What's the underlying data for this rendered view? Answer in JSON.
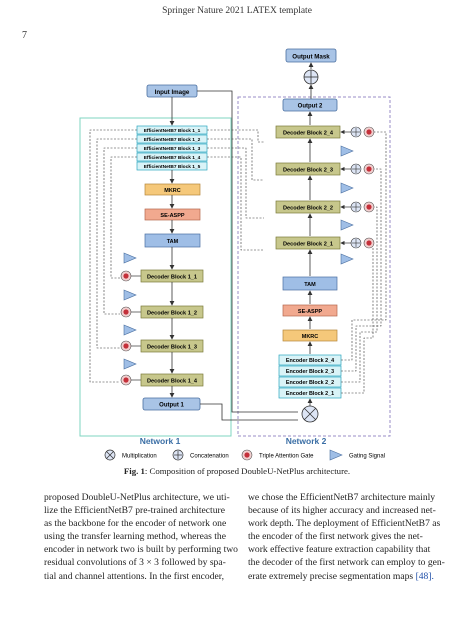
{
  "header": {
    "running_head": "Springer Nature 2021 LATEX template",
    "page_number": "7"
  },
  "figure": {
    "output_mask": "Output Mask",
    "input_image": "Input Image",
    "output2": "Output 2",
    "output1": "Output 1",
    "net1_blocks": [
      "EfficientNetB7 Block 1_1",
      "EfficientNetB7 Block 1_2",
      "EfficientNetB7 Block 1_3",
      "EfficientNetB7 Block 1_4",
      "EfficientNetB7 Block 1_5"
    ],
    "mkrc": "MKRC",
    "se_aspp": "SE-ASPP",
    "tam": "TAM",
    "net1_decoders": [
      "Decoder Block 1_1",
      "Decoder Block 1_2",
      "Decoder Block 1_3",
      "Decoder Block 1_4"
    ],
    "net2_decoders": [
      "Decoder Block 2_4",
      "Decoder Block 2_3",
      "Decoder Block 2_2",
      "Decoder Block 2_1"
    ],
    "net2_tam": "TAM",
    "net2_se_aspp": "SE-ASPP",
    "net2_mkrc": "MKRC",
    "net2_encoders": [
      "Encoder Block 2_4",
      "Encoder Block 2_3",
      "Encoder Block 2_2",
      "Encoder Block 2_1"
    ],
    "network1_label": "Network 1",
    "network2_label": "Network 2",
    "legend": {
      "multiplication": "Multiplication",
      "concatenation": "Concatenation",
      "triple_attention_gate": "Triple Attention Gate",
      "gating_signal": "Gating Signal"
    },
    "colors": {
      "encoder_fill": "#d9f3f7",
      "encoder_stroke": "#2aa6bf",
      "decoder_fill": "#c7c78c",
      "decoder_stroke": "#7c7c3a",
      "output_fill": "#a9c4e6",
      "mkrc_fill": "#f5c87a",
      "aspp_fill": "#f1a98f",
      "tam_fill": "#9fbee6",
      "net1_border": "#7fd6c0",
      "net2_border": "#9a8ec7",
      "net_label": "#3a6ea5",
      "gate_red": "#c4303a"
    }
  },
  "caption": {
    "label": "Fig. 1",
    "text": ": Composition of proposed DoubleU-NetPlus architecture."
  },
  "body": {
    "left_lines": [
      "proposed DoubleU-NetPlus architecture, we uti-",
      "lize the EfficientNetB7 pre-trained architecture",
      "as the backbone for the encoder of network one",
      "using the transfer learning method, whereas the",
      "encoder in network two is built by performing two",
      "residual convolutions of 3 × 3 followed by spa-",
      "tial and channel attentions. In the first encoder,"
    ],
    "right_lines": [
      "we chose the EfficientNetB7 architecture mainly",
      "because of its higher accuracy and increased net-",
      "work depth. The deployment of EfficientNetB7 as",
      "the encoder of the first network gives the net-",
      "work effective feature extraction capability that",
      "the decoder of the first network can employ to gen-",
      "erate extremely precise segmentation maps "
    ],
    "citation": "[48]."
  }
}
